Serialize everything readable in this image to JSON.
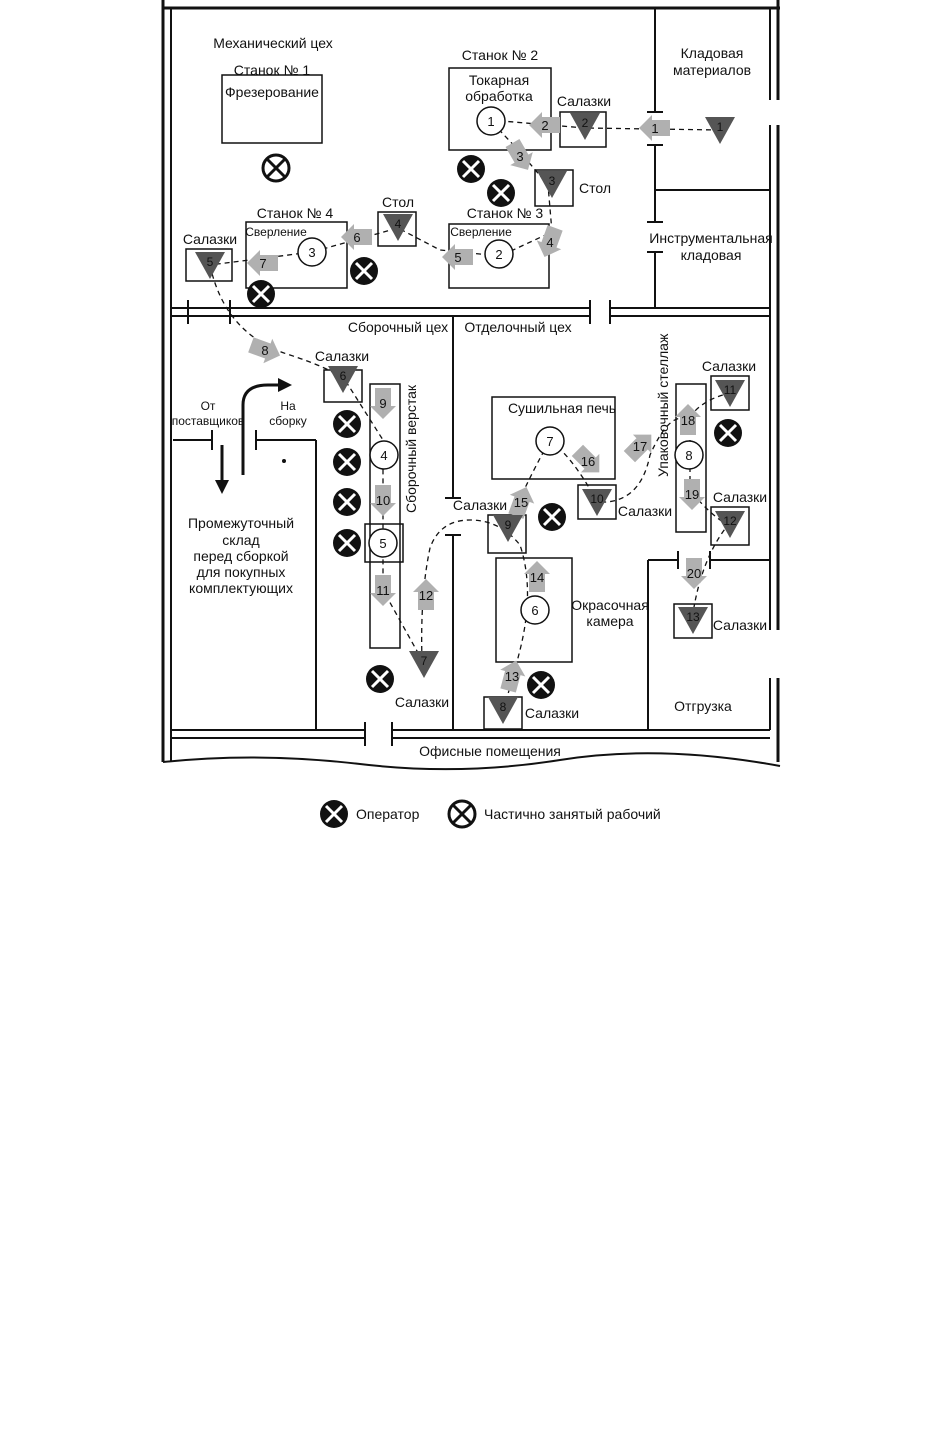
{
  "rooms": {
    "mech_shop": "Механический цех",
    "materials_store": [
      "Кладовая",
      "материалов"
    ],
    "tool_store": [
      "Инструментальная",
      "кладовая"
    ],
    "assembly_shop": "Сборочный цех",
    "finishing_shop": "Отделочный цех",
    "buffer_store": [
      "Промежуточный",
      "склад",
      "перед сборкой",
      "для покупных",
      "комплектующих"
    ],
    "from_suppliers": [
      "От",
      "поставщиков"
    ],
    "to_assembly": [
      "На",
      "сборку"
    ],
    "shipping": "Отгрузка",
    "offices": "Офисные помещения"
  },
  "equipment": {
    "m1_title": "Станок № 1",
    "m1_op": "Фрезерование",
    "m2_title": "Станок № 2",
    "m2_op": [
      "Токарная",
      "обработка"
    ],
    "m3_title": "Станок № 3",
    "m3_op": "Сверление",
    "m4_title": "Станок № 4",
    "m4_op": "Сверление",
    "table": "Стол",
    "sled": "Салазки",
    "assembly_bench": "Сборочный верстак",
    "packing_rack": "Упаковочный стеллаж",
    "drying_oven": "Сушильная печь",
    "paint_booth": [
      "Окрасочная",
      "камера"
    ]
  },
  "ops": [
    "1",
    "2",
    "3",
    "4",
    "5",
    "6",
    "7",
    "8"
  ],
  "storages": [
    "1",
    "2",
    "3",
    "4",
    "5",
    "6",
    "7",
    "8",
    "9",
    "10",
    "11",
    "12",
    "13"
  ],
  "moves": [
    "1",
    "2",
    "3",
    "4",
    "5",
    "6",
    "7",
    "8",
    "9",
    "10",
    "11",
    "12",
    "13",
    "14",
    "15",
    "16",
    "17",
    "18",
    "19",
    "20"
  ],
  "legend": {
    "operator": "Оператор",
    "partial": "Частично занятый рабочий"
  },
  "colors": {
    "ink": "#111111",
    "arrow": "#b0b0b0",
    "triangle": "#555555"
  }
}
